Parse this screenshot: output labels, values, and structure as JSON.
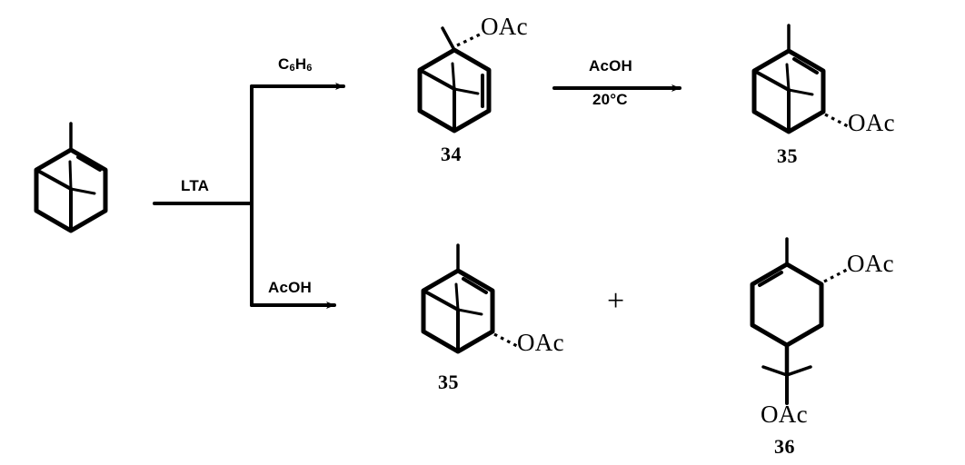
{
  "scheme": {
    "title": "Lead tetraacetate oxidation of alpha-pinene reaction scheme",
    "background_color": "#ffffff",
    "stroke_color": "#000000",
    "reagents": {
      "lta": "LTA",
      "benzene_prefix": "C",
      "benzene_sub1": "6",
      "benzene_mid": "H",
      "benzene_sub2": "6",
      "acoh_top": "AcOH",
      "acoh_temp": "20°C",
      "acoh_bottom": "AcOH"
    },
    "substituents": {
      "oac_34": "OAc",
      "oac_35_top": "OAc",
      "oac_35_bottom": "OAc",
      "oac_36_ring": "OAc",
      "oac_36_gem": "OAc"
    },
    "compound_numbers": {
      "c34": "34",
      "c35_top": "35",
      "c35_bottom": "35",
      "c36": "36"
    },
    "operators": {
      "plus": "+"
    }
  }
}
